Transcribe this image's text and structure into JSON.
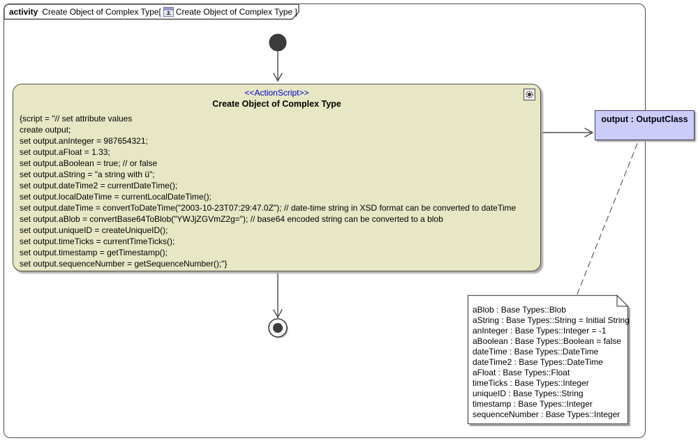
{
  "frame_header": {
    "keyword": "activity",
    "name": "Create Object of Complex Type[",
    "diagram_ref": "Create Object of Complex Type ]",
    "icon": "activity-diagram-icon"
  },
  "action_node": {
    "stereotype": "<<ActionScript>>",
    "title": "Create Object of Complex Type",
    "corner_icon": "gear-icon",
    "script_lines": [
      "{script = \"// set attribute values",
      "create output;",
      "set output.anInteger = 987654321;",
      "set output.aFloat = 1.33;",
      "set output.aBoolean = true; // or false",
      "set output.aString = \"a string with ü\";",
      "set output.dateTime2 = currentDateTime();",
      "set output.localDateTime = currentLocalDateTime();",
      "set output.dateTime = convertToDateTime(\"2003-10-23T07:29:47.0Z\"); // date-time string in XSD format can be converted to dateTime",
      "set output.aBlob = convertBase64ToBlob(\"YWJjZGVmZ2g=\"); // base64 encoded string can be converted to a blob",
      "set output.uniqueID = createUniqueID();",
      "set output.timeTicks = currentTimeTicks();",
      "set output.timestamp = getTimestamp();",
      "set output.sequenceNumber = getSequenceNumber();\"}"
    ]
  },
  "output_object": {
    "label": "output : OutputClass"
  },
  "note": {
    "lines": [
      "aBlob : Base Types::Blob",
      "aString : Base Types::String = Initial String",
      "anInteger : Base Types::Integer = -1",
      "aBoolean : Base Types::Boolean = false",
      "dateTime : Base Types::DateTime",
      "dateTime2 : Base Types::DateTime",
      "aFloat : Base Types::Float",
      "timeTicks : Base Types::Integer",
      "uniqueID : Base Types::String",
      "timestamp : Base Types::Integer",
      "sequenceNumber : Base Types::Integer"
    ]
  },
  "colors": {
    "action_fill": "#e7e7c5",
    "action_border": "#53534a",
    "stereotype_text": "#0000cc",
    "object_fill": "#ccccfa",
    "object_border": "#42425e",
    "frame_border": "#4d4d4d",
    "connector": "#4a4a4a",
    "note_border": "#555555"
  }
}
